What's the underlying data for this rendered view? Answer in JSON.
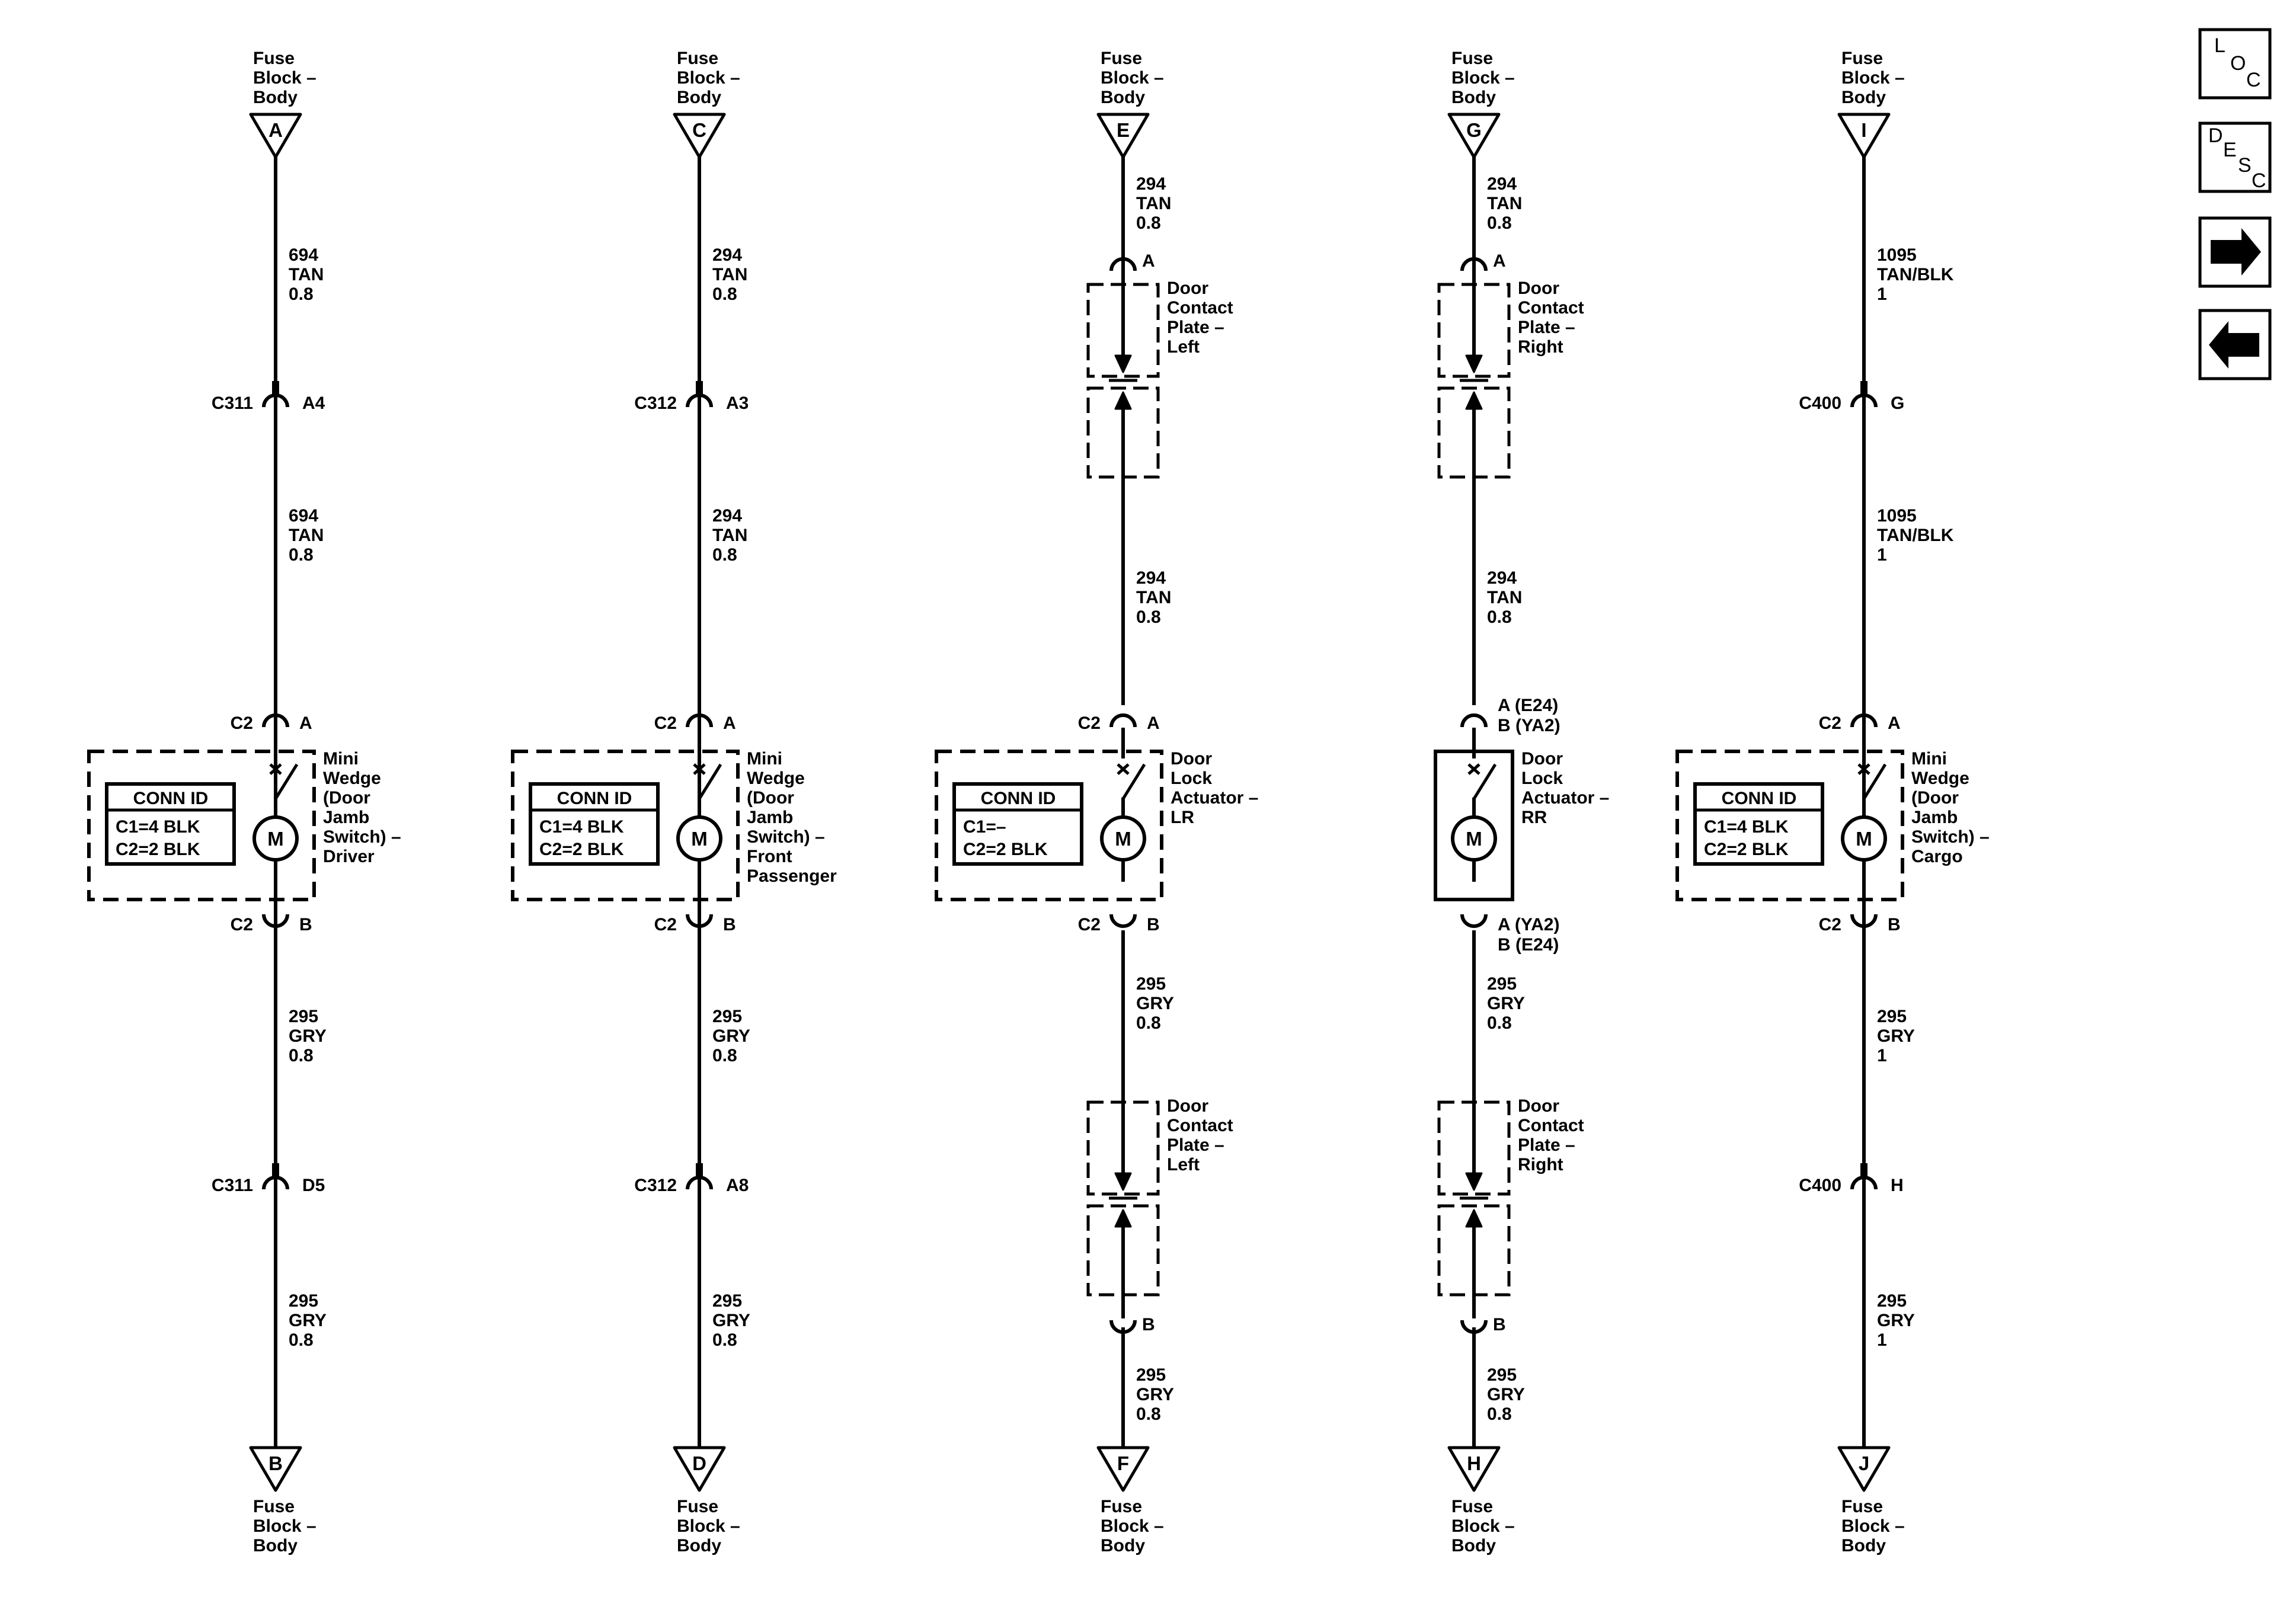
{
  "colors": {
    "line": "#000000",
    "background": "#ffffff"
  },
  "nav": {
    "loc": [
      "L",
      "O",
      "C"
    ],
    "desc": [
      "D",
      "E",
      "S",
      "C"
    ],
    "forward_icon": "right-arrow-icon",
    "back_icon": "left-arrow-icon"
  },
  "cols": [
    {
      "top_fuse": [
        "Fuse",
        "Block –",
        "Body"
      ],
      "top_letter": "A",
      "bot_fuse": [
        "Fuse",
        "Block –",
        "Body"
      ],
      "bot_letter": "B",
      "w1": [
        "694",
        "TAN",
        "0.8"
      ],
      "cA_name": "C311",
      "cA_pin": "A4",
      "w2": [
        "694",
        "TAN",
        "0.8"
      ],
      "c2a": "C2",
      "c2a_pin": "A",
      "c2b": "C2",
      "c2b_pin": "B",
      "comp": [
        "Mini",
        "Wedge",
        "(Door",
        "Jamb",
        "Switch) –",
        "Driver"
      ],
      "conn_title": "CONN ID",
      "conn": [
        "C1=4 BLK",
        "C2=2 BLK"
      ],
      "w3": [
        "295",
        "GRY",
        "0.8"
      ],
      "cB_name": "C311",
      "cB_pin": "D5",
      "w4": [
        "295",
        "GRY",
        "0.8"
      ]
    },
    {
      "top_fuse": [
        "Fuse",
        "Block –",
        "Body"
      ],
      "top_letter": "C",
      "bot_fuse": [
        "Fuse",
        "Block –",
        "Body"
      ],
      "bot_letter": "D",
      "w1": [
        "294",
        "TAN",
        "0.8"
      ],
      "cA_name": "C312",
      "cA_pin": "A3",
      "w2": [
        "294",
        "TAN",
        "0.8"
      ],
      "c2a": "C2",
      "c2a_pin": "A",
      "c2b": "C2",
      "c2b_pin": "B",
      "comp": [
        "Mini",
        "Wedge",
        "(Door",
        "Jamb",
        "Switch) –",
        "Front",
        "Passenger"
      ],
      "conn_title": "CONN ID",
      "conn": [
        "C1=4 BLK",
        "C2=2 BLK"
      ],
      "w3": [
        "295",
        "GRY",
        "0.8"
      ],
      "cB_name": "C312",
      "cB_pin": "A8",
      "w4": [
        "295",
        "GRY",
        "0.8"
      ]
    },
    {
      "top_fuse": [
        "Fuse",
        "Block –",
        "Body"
      ],
      "top_letter": "E",
      "bot_fuse": [
        "Fuse",
        "Block –",
        "Body"
      ],
      "bot_letter": "F",
      "w1": [
        "294",
        "TAN",
        "0.8"
      ],
      "pinA": "A",
      "plate": [
        "Door",
        "Contact",
        "Plate –",
        "Left"
      ],
      "w2": [
        "294",
        "TAN",
        "0.8"
      ],
      "c2a": "C2",
      "c2a_pin": "A",
      "c2b": "C2",
      "c2b_pin": "B",
      "comp": [
        "Door",
        "Lock",
        "Actuator –",
        "LR"
      ],
      "conn_title": "CONN ID",
      "conn": [
        "C1=–",
        "C2=2 BLK"
      ],
      "w3": [
        "295",
        "GRY",
        "0.8"
      ],
      "plate2": [
        "Door",
        "Contact",
        "Plate –",
        "Left"
      ],
      "pinB": "B",
      "w4": [
        "295",
        "GRY",
        "0.8"
      ]
    },
    {
      "top_fuse": [
        "Fuse",
        "Block –",
        "Body"
      ],
      "top_letter": "G",
      "bot_fuse": [
        "Fuse",
        "Block –",
        "Body"
      ],
      "bot_letter": "H",
      "w1": [
        "294",
        "TAN",
        "0.8"
      ],
      "pinA": "A",
      "plate": [
        "Door",
        "Contact",
        "Plate –",
        "Right"
      ],
      "w2": [
        "294",
        "TAN",
        "0.8"
      ],
      "c2a_pins": [
        "A (E24)",
        "B (YA2)"
      ],
      "c2b_pins": [
        "A (YA2)",
        "B (E24)"
      ],
      "comp": [
        "Door",
        "Lock",
        "Actuator –",
        "RR"
      ],
      "w3": [
        "295",
        "GRY",
        "0.8"
      ],
      "plate2": [
        "Door",
        "Contact",
        "Plate –",
        "Right"
      ],
      "pinB": "B",
      "w4": [
        "295",
        "GRY",
        "0.8"
      ]
    },
    {
      "top_fuse": [
        "Fuse",
        "Block –",
        "Body"
      ],
      "top_letter": "I",
      "bot_fuse": [
        "Fuse",
        "Block –",
        "Body"
      ],
      "bot_letter": "J",
      "w1": [
        "1095",
        "TAN/BLK",
        "1"
      ],
      "cA_name": "C400",
      "cA_pin": "G",
      "w2": [
        "1095",
        "TAN/BLK",
        "1"
      ],
      "c2a": "C2",
      "c2a_pin": "A",
      "c2b": "C2",
      "c2b_pin": "B",
      "comp": [
        "Mini",
        "Wedge",
        "(Door",
        "Jamb",
        "Switch) –",
        "Cargo"
      ],
      "conn_title": "CONN ID",
      "conn": [
        "C1=4 BLK",
        "C2=2 BLK"
      ],
      "w3": [
        "295",
        "GRY",
        "1"
      ],
      "cB_name": "C400",
      "cB_pin": "H",
      "w4": [
        "295",
        "GRY",
        "1"
      ]
    }
  ]
}
